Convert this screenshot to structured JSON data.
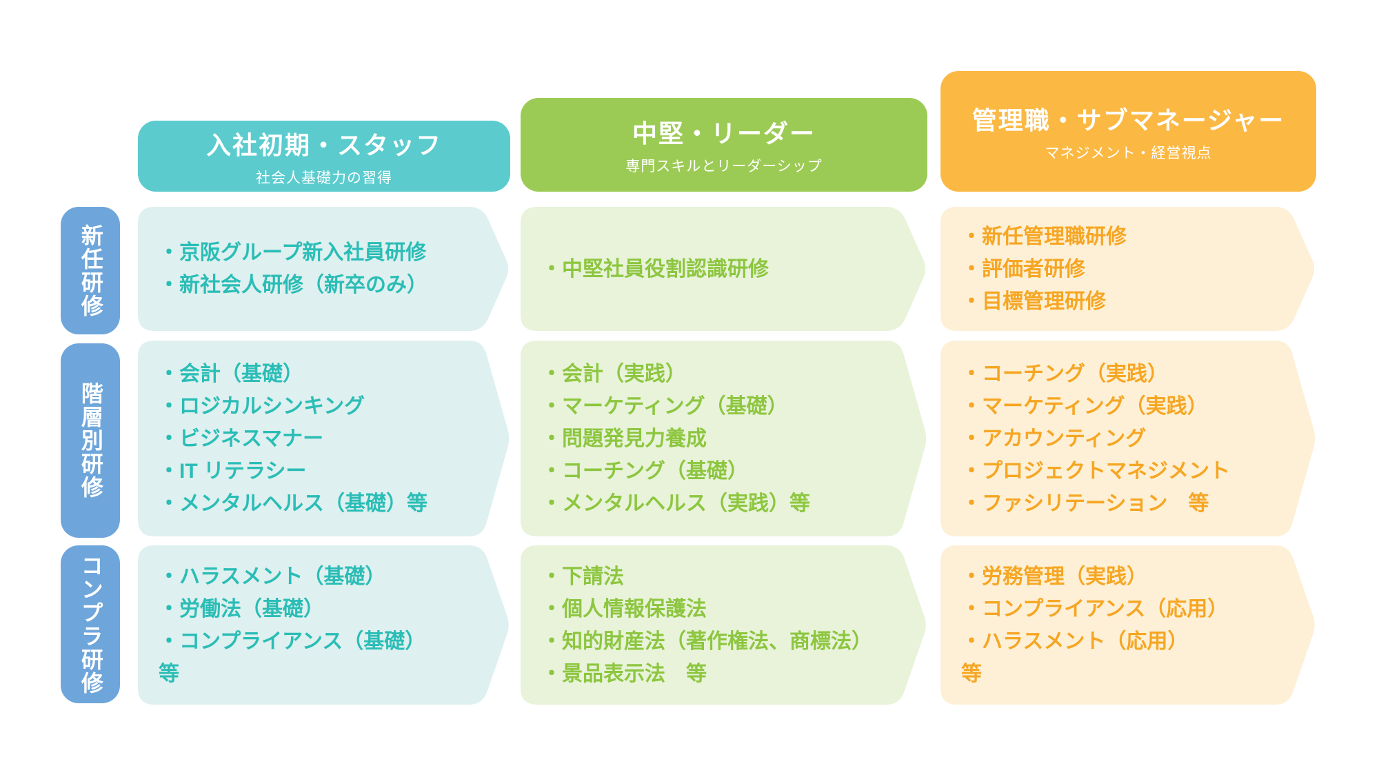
{
  "page": {
    "background": "#FFFFFF"
  },
  "row_label_color": "#6EA6DB",
  "row_labels": [
    {
      "label": "新任研修"
    },
    {
      "label": "階層別研修"
    },
    {
      "label": "コンプラ研修"
    }
  ],
  "columns": [
    {
      "id": "early-career-staff",
      "header": {
        "title": "入社初期・スタッフ",
        "subtitle": "社会人基礎力の習得"
      },
      "colors": {
        "header_bg": "#5BCBCE",
        "cell_bg": "#DEF0EF",
        "text": "#2ABDB6"
      },
      "cells": [
        {
          "lines": [
            "・京阪グループ新入社員研修",
            "・新社会人研修（新卒のみ）"
          ]
        },
        {
          "lines": [
            "・会計（基礎）",
            "・ロジカルシンキング",
            "・ビジネスマナー",
            "・IT リテラシー",
            "・メンタルヘルス（基礎）等"
          ]
        },
        {
          "lines": [
            "・ハラスメント（基礎）",
            "・労働法（基礎）",
            "・コンプライアンス（基礎）",
            "等"
          ]
        }
      ]
    },
    {
      "id": "mid-level-leader",
      "header": {
        "title": "中堅・リーダー",
        "subtitle": "専門スキルとリーダーシップ"
      },
      "colors": {
        "header_bg": "#9CCB55",
        "cell_bg": "#E8F3DA",
        "text": "#8DC63F"
      },
      "cells": [
        {
          "lines": [
            "・中堅社員役割認識研修"
          ]
        },
        {
          "lines": [
            "・会計（実践）",
            "・マーケティング（基礎）",
            "・問題発見力養成",
            "・コーチング（基礎）",
            "・メンタルヘルス（実践）等"
          ]
        },
        {
          "lines": [
            "・下請法",
            "・個人情報保護法",
            "・知的財産法（著作権法、商標法）",
            "・景品表示法　等"
          ]
        }
      ]
    },
    {
      "id": "management-submanager",
      "header": {
        "title": "管理職・サブマネージャー",
        "subtitle": "マネジメント・経営視点"
      },
      "colors": {
        "header_bg": "#FBB843",
        "cell_bg": "#FDF0D6",
        "text": "#F6A623"
      },
      "cells": [
        {
          "lines": [
            "・新任管理職研修",
            "・評価者研修",
            "・目標管理研修"
          ]
        },
        {
          "lines": [
            "・コーチング（実践）",
            "・マーケティング（実践）",
            "・アカウンティング",
            "・プロジェクトマネジメント",
            "・ファシリテーション　等"
          ]
        },
        {
          "lines": [
            "・労務管理（実践）",
            "・コンプライアンス（応用）",
            "・ハラスメント（応用）",
            "等"
          ]
        }
      ]
    }
  ]
}
